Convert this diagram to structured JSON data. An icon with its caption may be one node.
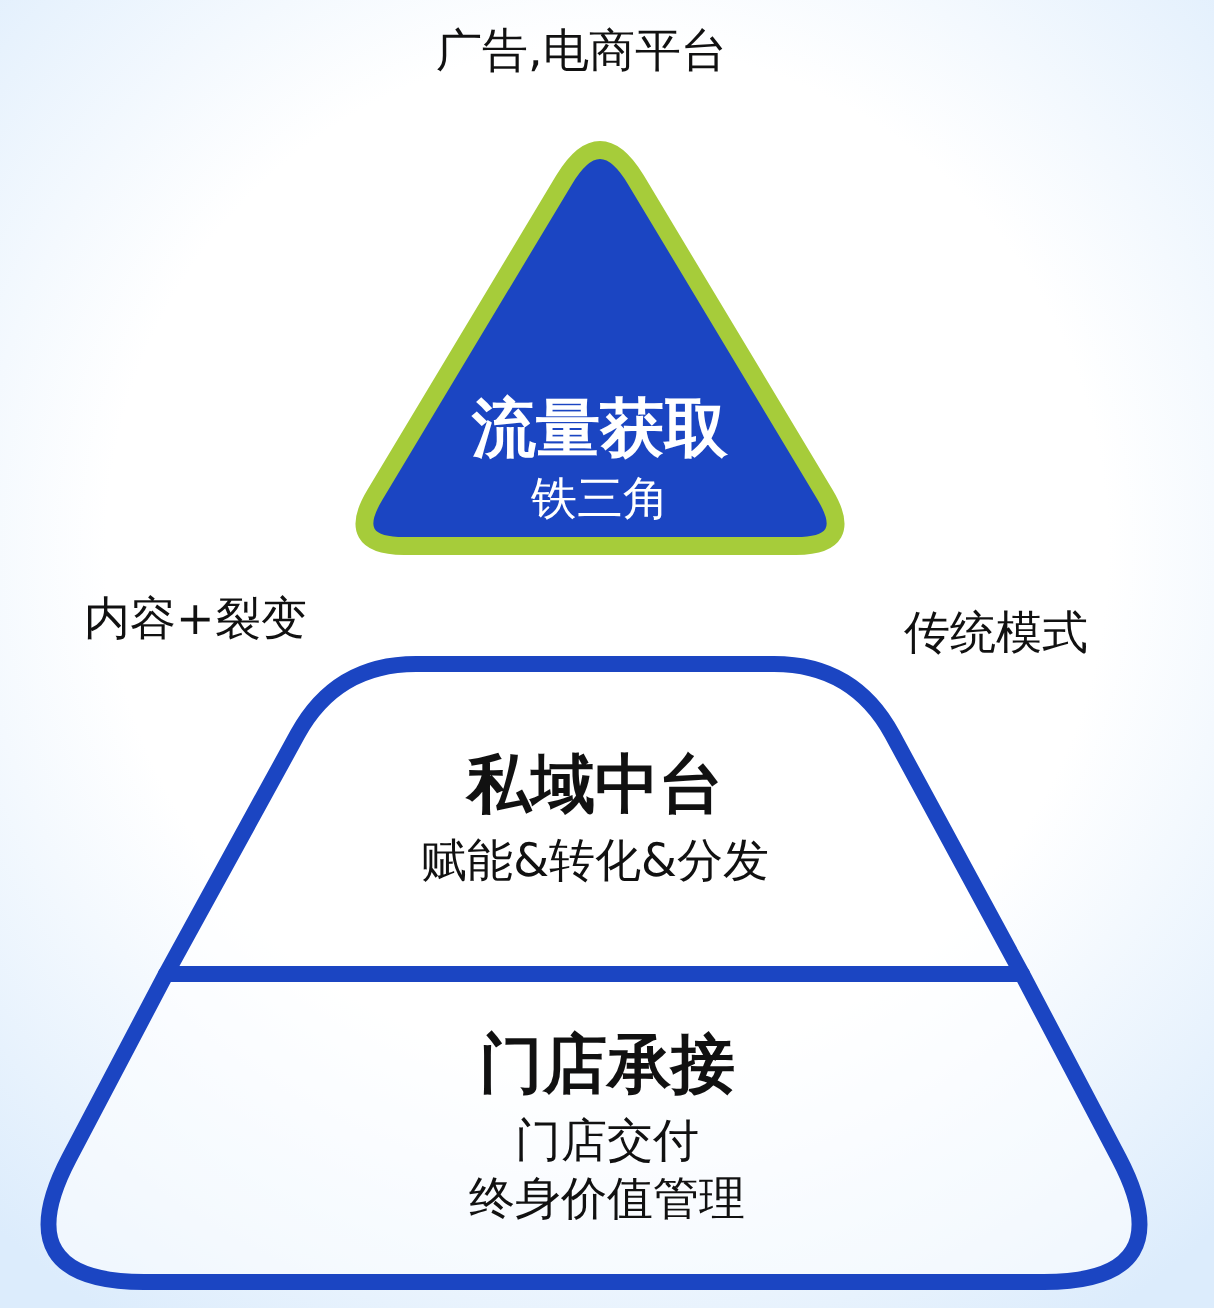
{
  "diagram": {
    "nodes": [
      {
        "text": [
          "流量获取",
          "铁三角"
        ]
      },
      {
        "text": [
          "私域中台",
          "赋能&转化&分发"
        ]
      },
      {
        "text": [
          "门店承接",
          "门店交付",
          "终身价值管理"
        ]
      }
    ],
    "edges": [],
    "labels": [
      "广告,电商平台",
      "内容+裂变",
      "传统模式"
    ]
  }
}
